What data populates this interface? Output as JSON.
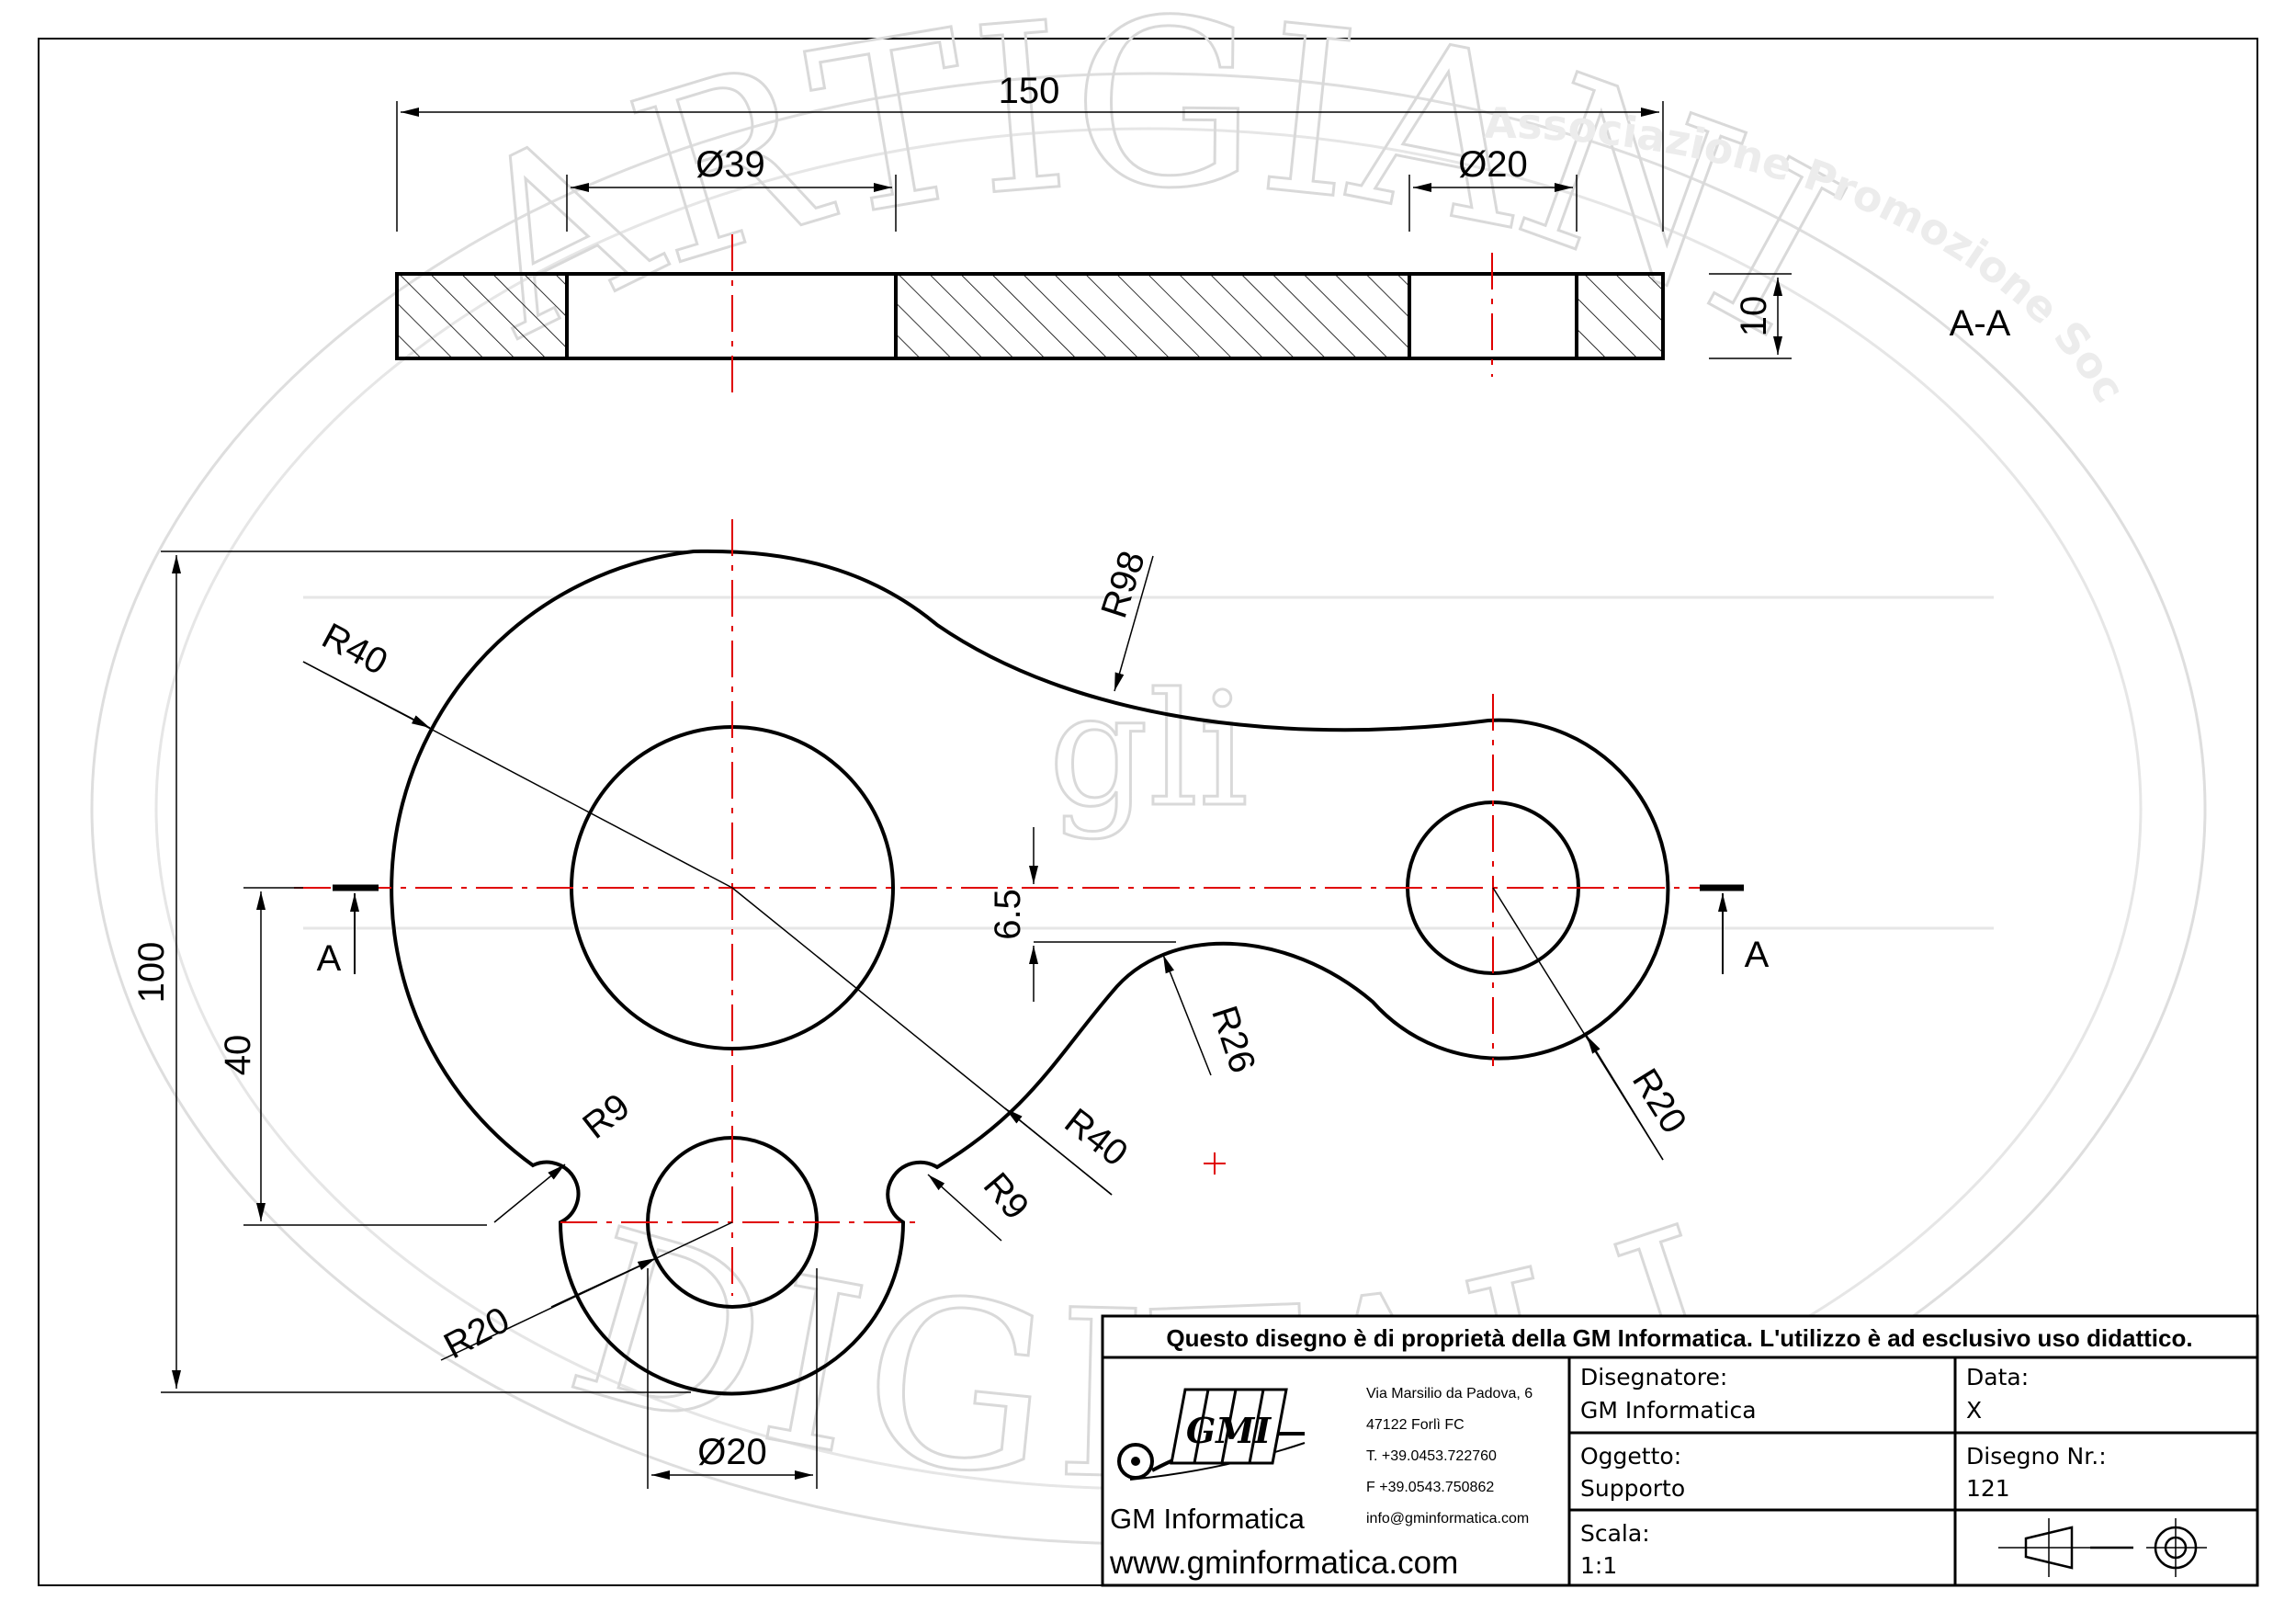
{
  "watermark": {
    "arc_top": "ARTIGIANI",
    "middle": "gli",
    "arc_bottom": "DIGITALI",
    "tagline": "Associazione Promozione Sociale"
  },
  "section_view": {
    "label": "A-A",
    "dimensions": {
      "overall_length": "150",
      "left_hole_diameter": "Ø39",
      "right_hole_diameter": "Ø20",
      "thickness": "10"
    }
  },
  "plan_view": {
    "section_marks": {
      "left": "A",
      "right": "A"
    },
    "dimensions": {
      "height": "100",
      "lower_offset": "40",
      "notch_offset": "6.5",
      "r_big_arc_label": "R40",
      "r_big_arc_label_2": "R40",
      "r_top_curve": "R98",
      "r_notch": "R26",
      "r_right_end": "R20",
      "r_fillet_left": "R9",
      "r_fillet_right": "R9",
      "r_bottom_lobe": "R20",
      "bottom_hole_diameter": "Ø20"
    }
  },
  "title_block": {
    "notice": "Questo disegno è di proprietà della GM Informatica. L'utilizzo è ad esclusivo uso didattico.",
    "company": {
      "logo_text": "GMI",
      "name": "GM Informatica",
      "website": "www.gminformatica.com",
      "address_line1": "Via Marsilio da Padova, 6",
      "address_line2": "47122  Forlì  FC",
      "phone": "T. +39.0453.722760",
      "fax": "F +39.0543.750862",
      "email": "info@gminformatica.com"
    },
    "designer_label": "Disegnatore:",
    "designer_value": "GM  Informatica",
    "date_label": "Data:",
    "date_value": "X",
    "object_label": "Oggetto:",
    "object_value": "Supporto",
    "drawing_no_label": "Disegno  Nr.:",
    "drawing_no_value": "121",
    "scale_label": "Scala:",
    "scale_value": "1:1"
  },
  "colors": {
    "outline": "#000000",
    "centerline": "#e00000",
    "watermark": "#d9d9d9"
  }
}
